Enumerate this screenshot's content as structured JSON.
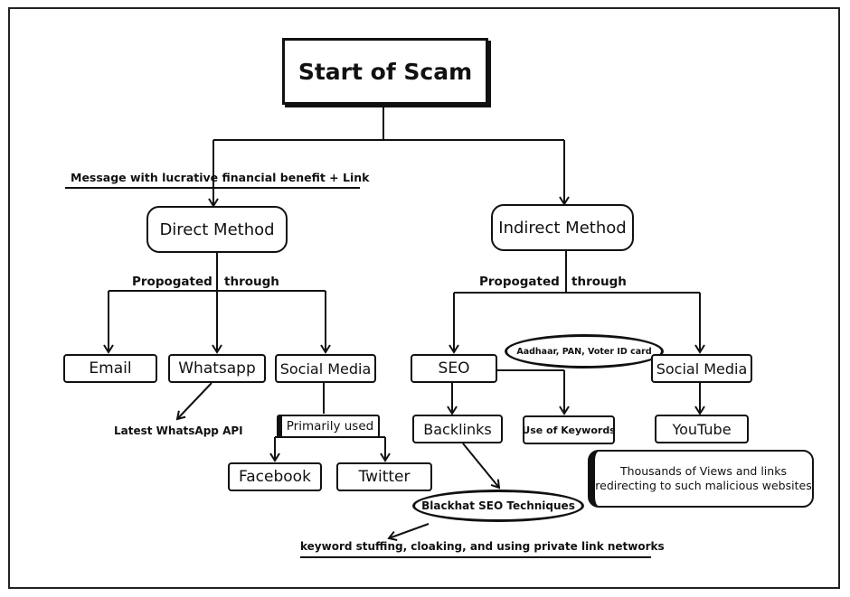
{
  "diagram": {
    "title": "Start of Scam",
    "edge_label_message": "Message with lucrative  financial benefit + Link",
    "direct": {
      "label": "Direct Method",
      "propagated": "Propogated",
      "through": "through",
      "children": [
        "Email",
        "Whatsapp",
        "Social Media"
      ],
      "whatsapp_note": "Latest WhatsApp API",
      "primarily_used": "Primarily used",
      "social_children": [
        "Facebook",
        "Twitter"
      ]
    },
    "indirect": {
      "label": "Indirect Method",
      "propagated": "Propogated",
      "through": "through",
      "seo": "SEO",
      "seo_note": "Aadhaar, PAN, Voter ID card",
      "backlinks": "Backlinks",
      "keywords": "Use of Keywords",
      "blackhat": "Blackhat SEO Techniques",
      "blackhat_note": "keyword stuffing, cloaking, and using private link networks",
      "social": "Social Media",
      "youtube": "YouTube",
      "youtube_note_line1": "Thousands of Views and links",
      "youtube_note_line2": "redirecting to such malicious websites"
    }
  }
}
